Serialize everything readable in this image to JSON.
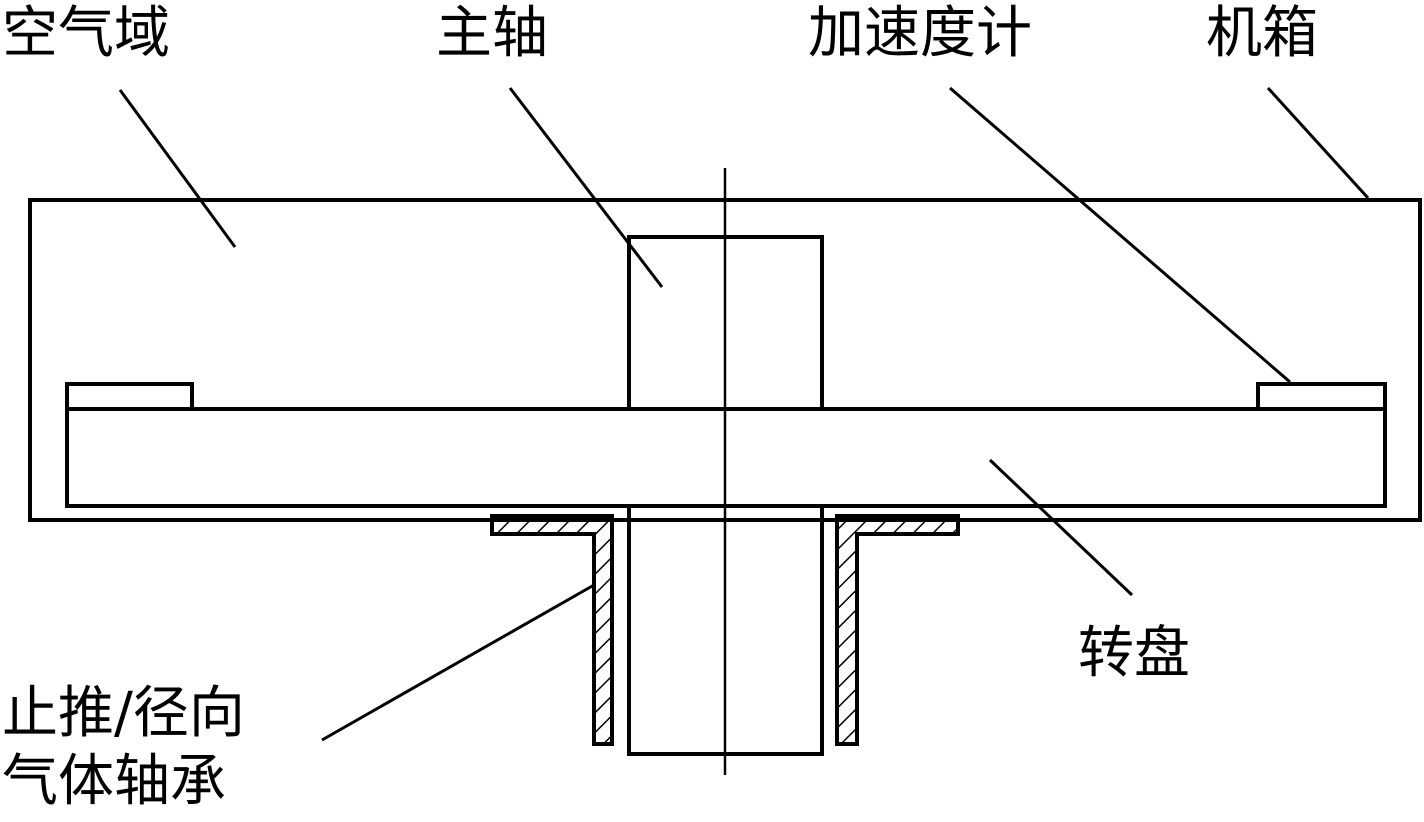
{
  "labels": {
    "air_domain": "空气域",
    "spindle": "主轴",
    "accelerometer": "加速度计",
    "casing": "机箱",
    "turntable": "转盘",
    "bearing_line1": "止推/径向",
    "bearing_line2": "气体轴承"
  }
}
